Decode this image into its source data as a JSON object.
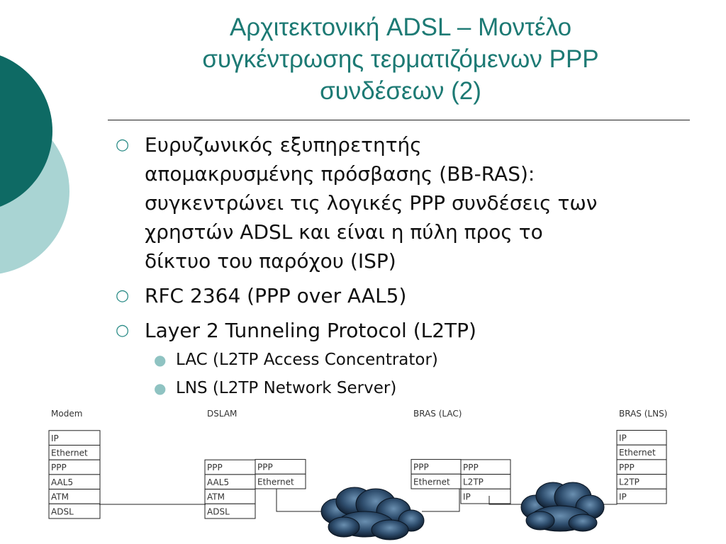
{
  "title": {
    "lines": [
      "Αρχιτεκτονική ADSL – Μοντέλο",
      "συγκέντρωσης τερματιζόμενων PPP",
      "συνδέσεων (2)"
    ]
  },
  "bullets": [
    {
      "marker": "○",
      "lines": [
        "Ευρυζωνικός εξυπηρετητής",
        "απομακρυσμένης πρόσβασης (BB-RAS):",
        "συγκεντρώνει τις λογικές PPP συνδέσεις των",
        "χρηστών ADSL και είναι η πύλη προς το",
        "δίκτυο του παρόχου (ISP)"
      ]
    },
    {
      "marker": "○",
      "lines": [
        "RFC 2364 (PPP over AAL5)"
      ]
    },
    {
      "marker": "○",
      "lines": [
        "Layer 2 Tunneling Protocol (L2TP)"
      ]
    }
  ],
  "sub_bullets": [
    {
      "marker": "●",
      "text": "LAC (L2TP Access Concentrator)"
    },
    {
      "marker": "●",
      "text": "LNS (L2TP Network Server)"
    }
  ],
  "diagram": {
    "modem": {
      "label": "Modem",
      "rows": [
        "IP",
        "Ethernet",
        "PPP",
        "AAL5",
        "ATM",
        "ADSL"
      ]
    },
    "dslam": {
      "label": "DSLAM",
      "left": [
        "PPP",
        "AAL5",
        "ATM",
        "ADSL"
      ],
      "right": [
        "PPP",
        "Ethernet"
      ]
    },
    "bras_lac": {
      "label": "BRAS (LAC)",
      "left": [
        "PPP",
        "Ethernet"
      ],
      "right": [
        "PPP",
        "L2TP",
        "IP"
      ]
    },
    "bras_lns": {
      "label": "BRAS (LNS)",
      "rows": [
        "IP",
        "Ethernet",
        "PPP",
        "L2TP",
        "IP"
      ]
    }
  },
  "colors": {
    "title": "#1d7a74",
    "deco_dark": "#0e6a64",
    "deco_light": "#a9d4d3",
    "marker": "#2a8b86"
  }
}
